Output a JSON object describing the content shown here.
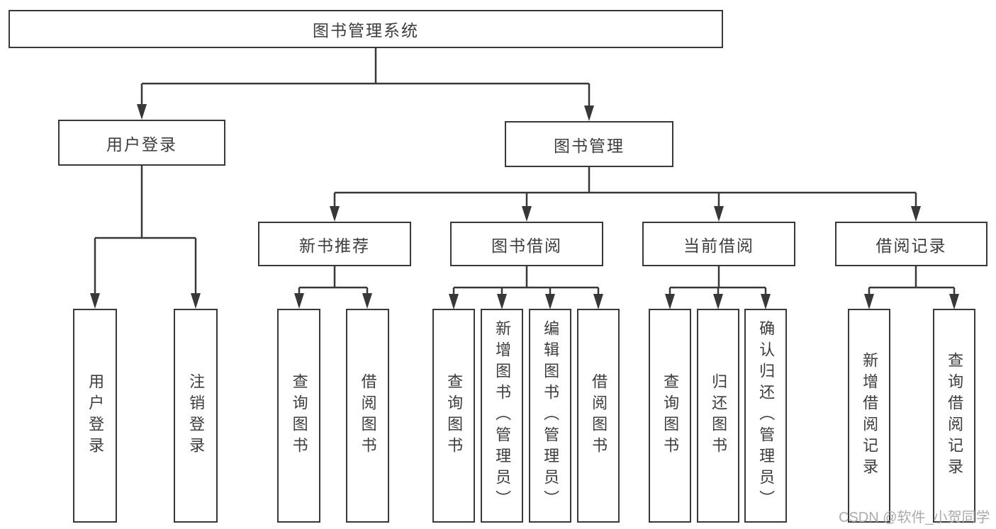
{
  "meta": {
    "type": "hierarchy-diagram",
    "description_language": "zh-CN"
  },
  "nodes": {
    "root": {
      "label": "图书管理系统"
    },
    "level2": [
      {
        "id": "user-login",
        "label": "用户登录"
      },
      {
        "id": "book-management",
        "label": "图书管理"
      }
    ],
    "level3": [
      {
        "id": "new-book-recommend",
        "label": "新书推荐",
        "parent": "图书管理"
      },
      {
        "id": "book-borrow",
        "label": "图书借阅",
        "parent": "图书管理"
      },
      {
        "id": "current-borrow",
        "label": "当前借阅",
        "parent": "图书管理"
      },
      {
        "id": "borrow-records",
        "label": "借阅记录",
        "parent": "图书管理"
      }
    ],
    "leaves": {
      "user_login": [
        "用户登录",
        "注销登录"
      ],
      "new_book": [
        "查询图书",
        "借阅图书"
      ],
      "book_borrow": [
        "查询图书",
        "新增图书（管理员）",
        "编辑图书（管理员）",
        "借阅图书"
      ],
      "current_borrow": [
        "查询图书",
        "归还图书",
        "确认归还（管理员）"
      ],
      "borrow_records": [
        "新增借阅记录",
        "查询借阅记录"
      ]
    }
  },
  "watermark": {
    "text": "CSDN @软件_小贺同学"
  },
  "colors": {
    "line": "#383838",
    "text": "#3d3d3d",
    "watermark": "#a9abb1",
    "background": "#ffffff"
  }
}
